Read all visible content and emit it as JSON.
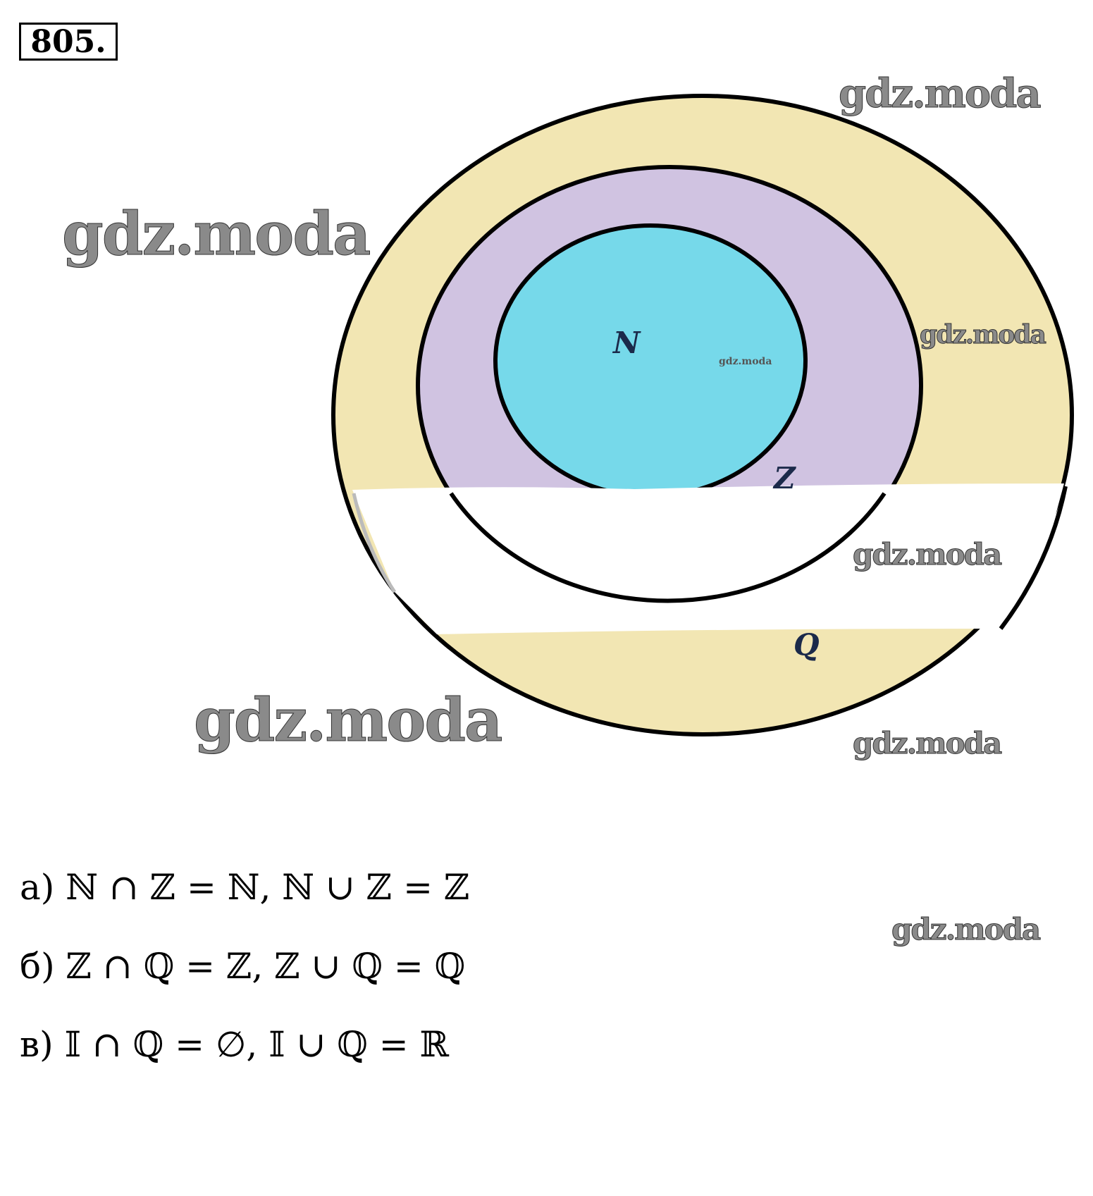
{
  "problem_number": "805.",
  "diagram": {
    "sets": [
      {
        "label": "N",
        "color": "#76d9ea"
      },
      {
        "label": "Z",
        "color": "#d0c3e1"
      },
      {
        "label": "Q",
        "color": "#f2e6b3"
      }
    ]
  },
  "watermark": "gdz.moda",
  "answers": [
    {
      "letter": "а)",
      "text": "ℕ ∩ ℤ = ℕ,  ℕ ∪ ℤ = ℤ"
    },
    {
      "letter": "б)",
      "text": "ℤ ∩ ℚ = ℤ,  ℤ ∪ ℚ = ℚ"
    },
    {
      "letter": "в)",
      "text": "𝕀 ∩ ℚ = ∅,  𝕀 ∪ ℚ = ℝ"
    }
  ]
}
